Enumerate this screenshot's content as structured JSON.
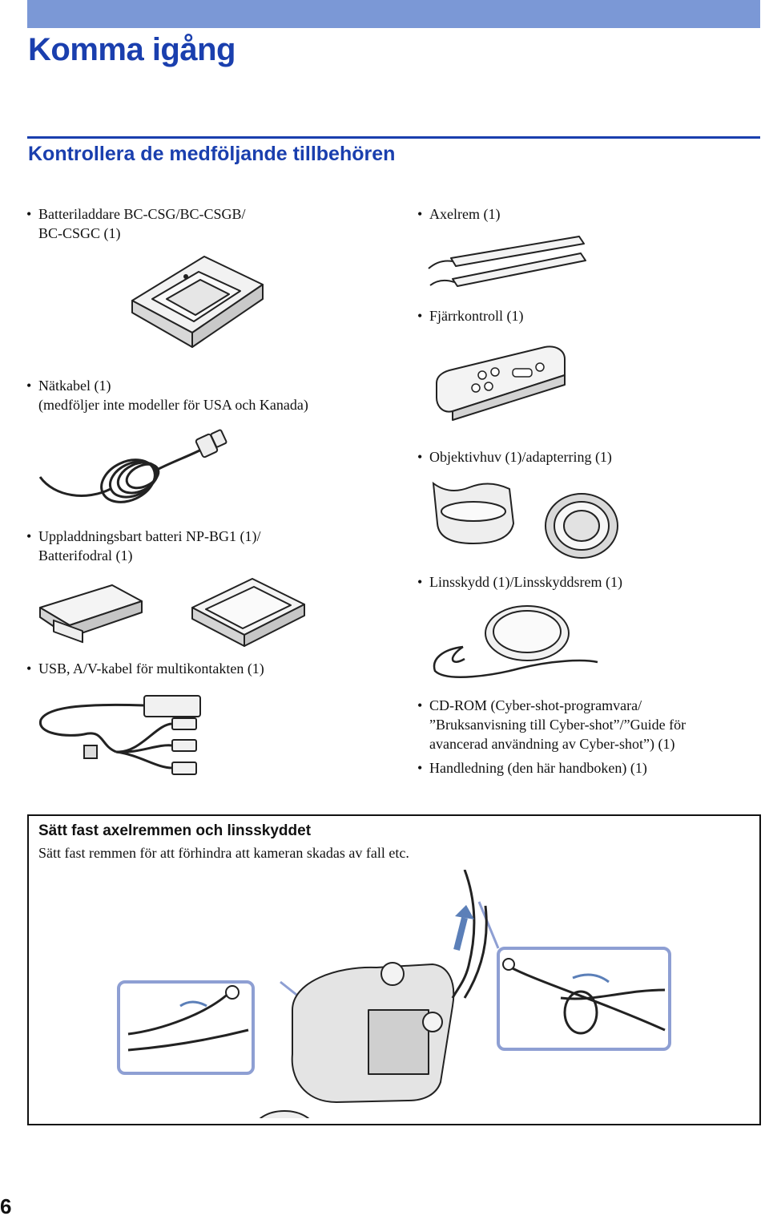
{
  "page": {
    "title": "Komma igång",
    "section_title": "Kontrollera de medföljande tillbehören",
    "page_number": "6"
  },
  "items_left": [
    {
      "lines": [
        "Batteriladdare BC-CSG/BC-CSGB/",
        "BC-CSGC (1)"
      ]
    },
    {
      "lines": [
        "Nätkabel (1)",
        "(medföljer inte modeller för USA och Kanada)"
      ]
    },
    {
      "lines": [
        "Uppladdningsbart batteri NP-BG1 (1)/",
        "Batterifodral (1)"
      ]
    },
    {
      "lines": [
        "USB, A/V-kabel för multikontakten (1)"
      ]
    }
  ],
  "items_right": [
    {
      "lines": [
        "Axelrem (1)"
      ]
    },
    {
      "lines": [
        "Fjärrkontroll (1)"
      ]
    },
    {
      "lines": [
        "Objektivhuv (1)/adapterring (1)"
      ]
    },
    {
      "lines": [
        "Linsskydd (1)/Linsskyddsrem (1)"
      ]
    },
    {
      "lines": [
        "CD-ROM (Cyber-shot-programvara/",
        "”Bruksanvisning till Cyber-shot”/”Guide för",
        "avancerad användning av Cyber-shot”) (1)"
      ]
    },
    {
      "lines": [
        "Handledning (den här handboken) (1)"
      ]
    }
  ],
  "bullet": "•",
  "note": {
    "title": "Sätt fast axelremmen och linsskyddet",
    "text": "Sätt fast remmen för att förhindra att kameran skadas av fall etc."
  },
  "colors": {
    "accent_blue": "#1a3fae",
    "top_bar": "#7b98d6",
    "zoom_frame": "#8e9fd3",
    "arrow": "#5b7fb8"
  }
}
